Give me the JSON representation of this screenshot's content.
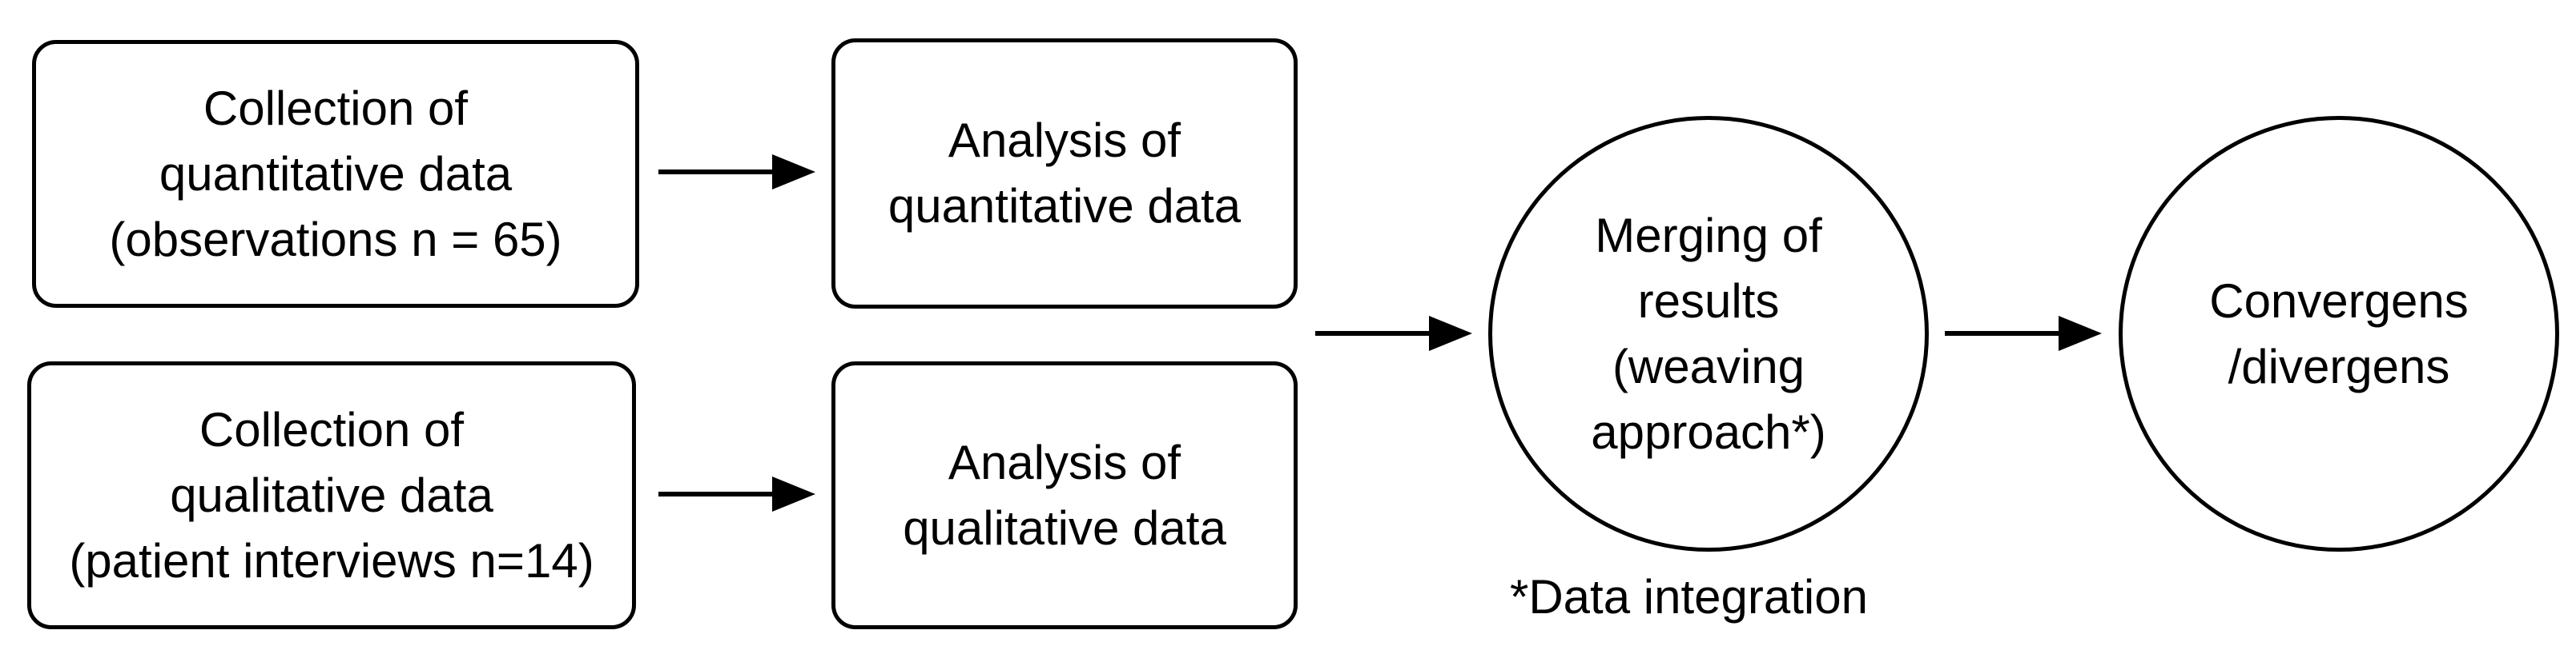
{
  "diagram": {
    "collect_quant": "Collection of\nquantitative data\n(observations n = 65)",
    "analyze_quant": "Analysis of\nquantitative data",
    "collect_qual": "Collection of\nqualitative data\n(patient interviews n=14)",
    "analyze_qual": "Analysis of\nqualitative data",
    "merge": "Merging of\nresults\n(weaving\napproach*)",
    "outcome": "Convergens\n/divergens",
    "footnote": "*Data integration"
  },
  "colors": {
    "line": "#000000",
    "background": "#ffffff"
  }
}
